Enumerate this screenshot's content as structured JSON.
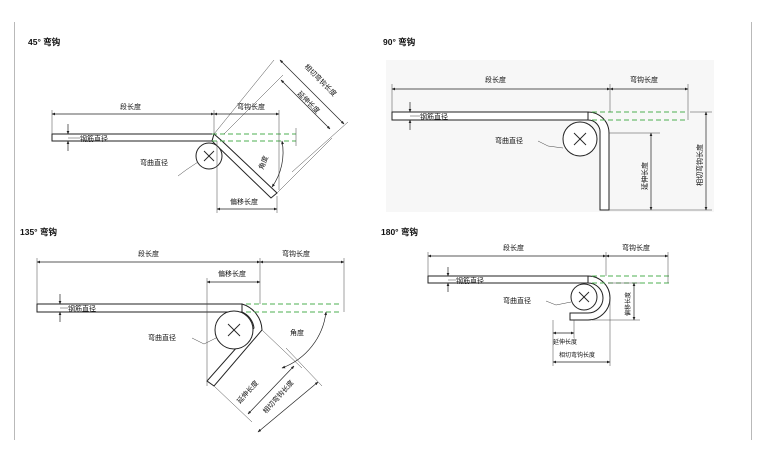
{
  "panels": {
    "p45": {
      "title": "45° 弯钩",
      "labels": {
        "segment": "段长度",
        "hook": "弯钩长度",
        "rebar_dia": "钢筋直径",
        "bend_dia": "弯曲直径",
        "angle": "角度",
        "offset": "偏移长度",
        "extension": "延伸长度",
        "tangent": "相切弯钩长度"
      }
    },
    "p90": {
      "title": "90° 弯钩",
      "labels": {
        "segment": "段长度",
        "hook": "弯钩长度",
        "rebar_dia": "钢筋直径",
        "bend_dia": "弯曲直径",
        "extension": "延伸长度",
        "tangent": "相切弯钩长度"
      }
    },
    "p135": {
      "title": "135° 弯钩",
      "labels": {
        "segment": "段长度",
        "hook": "弯钩长度",
        "offset": "偏移长度",
        "rebar_dia": "钢筋直径",
        "bend_dia": "弯曲直径",
        "angle": "角度",
        "extension": "延伸长度",
        "tangent": "相切弯钩长度"
      }
    },
    "p180": {
      "title": "180° 弯钩",
      "labels": {
        "segment": "段长度",
        "hook": "弯钩长度",
        "rebar_dia": "钢筋直径",
        "bend_dia": "弯曲直径",
        "offset": "偏移长度",
        "extension": "延伸长度",
        "tangent": "相切弯钩长度"
      }
    }
  }
}
